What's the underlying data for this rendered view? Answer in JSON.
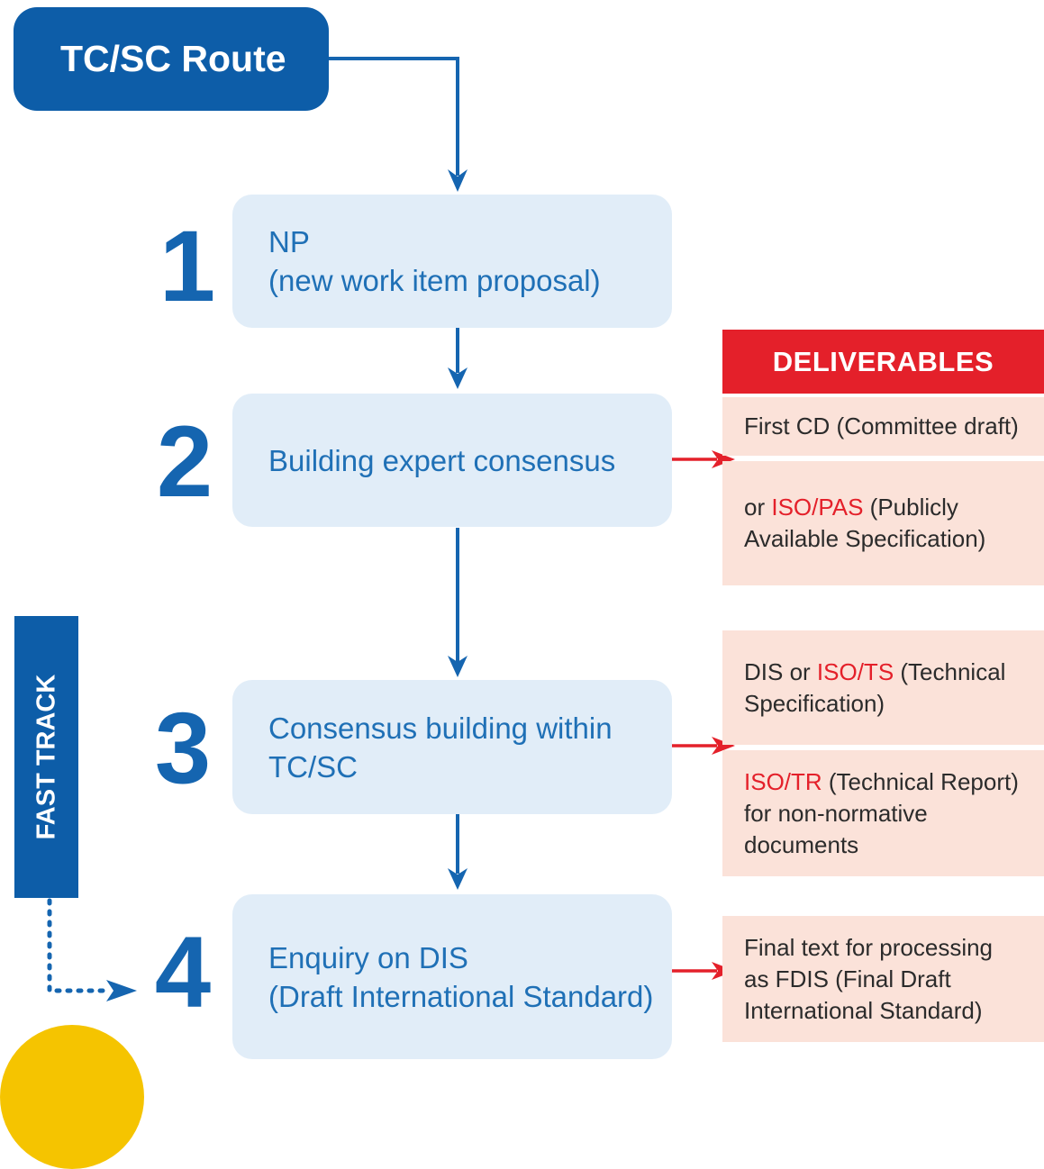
{
  "route": {
    "title": "TC/SC Route"
  },
  "steps": [
    {
      "number": "1",
      "lines": [
        "NP",
        "(new work item proposal)"
      ]
    },
    {
      "number": "2",
      "lines": [
        "Building expert consensus"
      ]
    },
    {
      "number": "3",
      "lines": [
        "Consensus building within",
        "TC/SC"
      ]
    },
    {
      "number": "4",
      "lines": [
        "Enquiry on DIS",
        "(Draft International Standard)"
      ]
    }
  ],
  "deliverables": {
    "header": "DELIVERABLES",
    "step2": {
      "first_cd": "First CD (Committee draft)",
      "pas_prefix": "or ",
      "pas_code": "ISO/PAS",
      "pas_rest": " (Publicly",
      "pas_line2": "Available Specification)"
    },
    "step3": {
      "ts_prefix": "DIS or ",
      "ts_code": "ISO/TS",
      "ts_rest": " (Technical",
      "ts_line2": "Specification)",
      "tr_code": "ISO/TR",
      "tr_rest": " (Technical Report)",
      "tr_line2": "for non-normative",
      "tr_line3": "documents"
    },
    "step4": {
      "line1": "Final text for processing",
      "line2": "as FDIS (Final Draft",
      "line3": "International Standard)"
    }
  },
  "fast_track": {
    "label": "FAST TRACK"
  },
  "colors": {
    "primary_blue": "#0d5da8",
    "step_text_blue": "#1f70b6",
    "step_box_bg": "#e1edf8",
    "deliverable_red": "#e4202a",
    "deliverable_bg": "#fbe2d9"
  }
}
